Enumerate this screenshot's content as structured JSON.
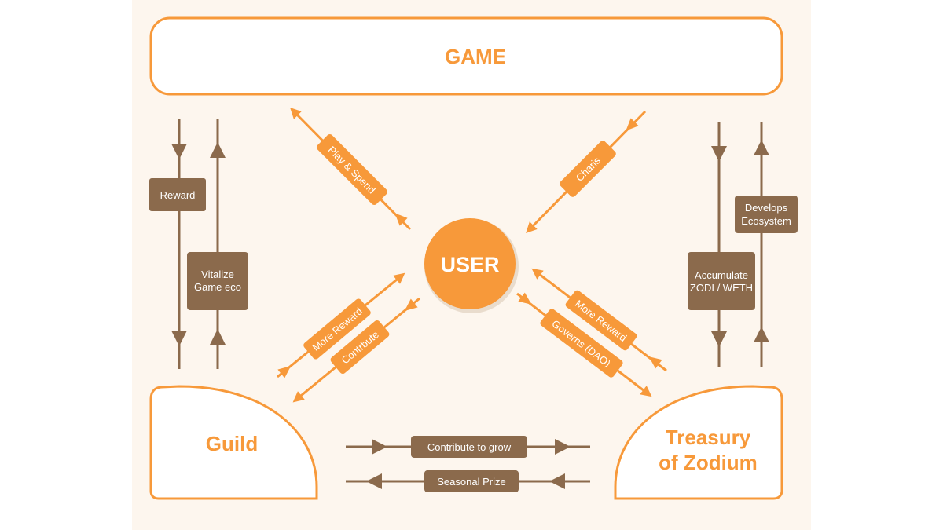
{
  "nodes": {
    "game": "GAME",
    "user": "USER",
    "guild": "Guild",
    "treasury_line1": "Treasury",
    "treasury_line2": "of Zodium"
  },
  "labels": {
    "reward": "Reward",
    "vitalize_line1": "Vitalize",
    "vitalize_line2": "Game eco",
    "play_spend": "Play & Spend",
    "charis": "Charis",
    "more_reward_left": "More Reward",
    "contribute": "Contrbute",
    "more_reward_right": "More Reward",
    "governs": "Governs (DAO)",
    "accumulate_line1": "Accumulate",
    "accumulate_line2": "ZODI / WETH",
    "develops_line1": "Develops",
    "develops_line2": "Ecosystem",
    "contribute_to_grow": "Contribute to grow",
    "seasonal_prize": "Seasonal Prize"
  },
  "colors": {
    "orange": "#f7993a",
    "brown": "#8b6a4c",
    "background": "#fdf6ee",
    "white": "#ffffff"
  }
}
